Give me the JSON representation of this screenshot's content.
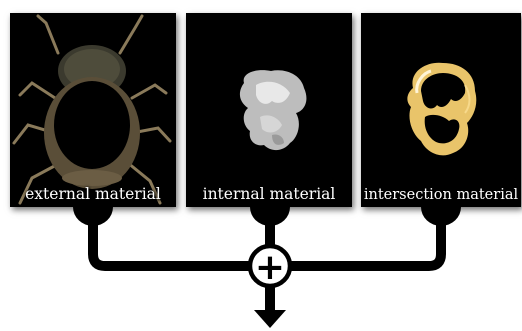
{
  "panels": [
    {
      "id": "external",
      "caption": "external material"
    },
    {
      "id": "internal",
      "caption": "internal material"
    },
    {
      "id": "intersection",
      "caption": "intersection material"
    }
  ],
  "combine_symbol": "+",
  "colors": {
    "background": "#ffffff",
    "panel_background": "#000000",
    "connector": "#000000",
    "caption_text": "#ffffff"
  }
}
